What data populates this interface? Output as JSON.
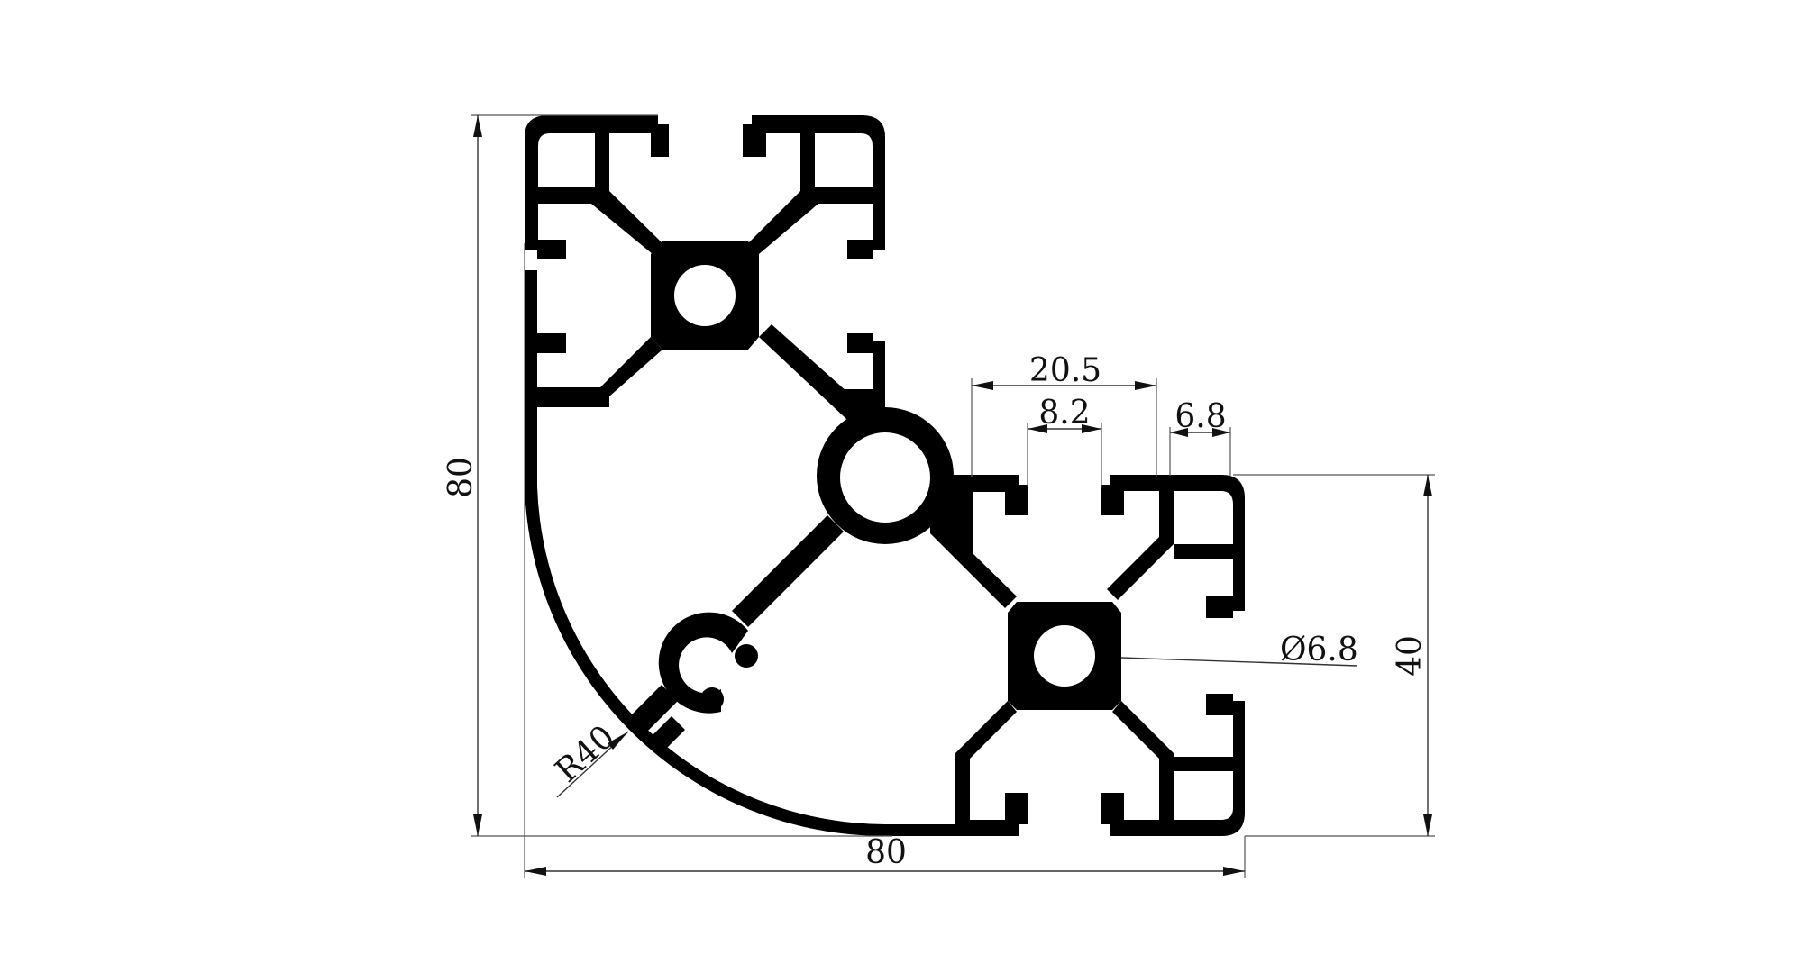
{
  "drawing": {
    "subject": "aluminium extrusion profile cross-section, 80x80 quarter-round corner (R40)",
    "colors": {
      "profile": "#000000",
      "background": "#ffffff",
      "dimension": "#333333"
    }
  },
  "dimensions": {
    "overall_height": {
      "label": "80",
      "orientation": "vertical"
    },
    "overall_width": {
      "label": "80",
      "orientation": "horizontal"
    },
    "module_height": {
      "label": "40",
      "orientation": "vertical"
    },
    "slot_pitch_width": {
      "label": "20.5",
      "orientation": "horizontal"
    },
    "slot_opening": {
      "label": "8.2",
      "orientation": "horizontal"
    },
    "slot_lip": {
      "label": "6.8",
      "orientation": "horizontal"
    },
    "core_hole": {
      "label": "Ø6.8",
      "orientation": "leader"
    },
    "corner_radius": {
      "label": "R40",
      "orientation": "leader"
    }
  }
}
